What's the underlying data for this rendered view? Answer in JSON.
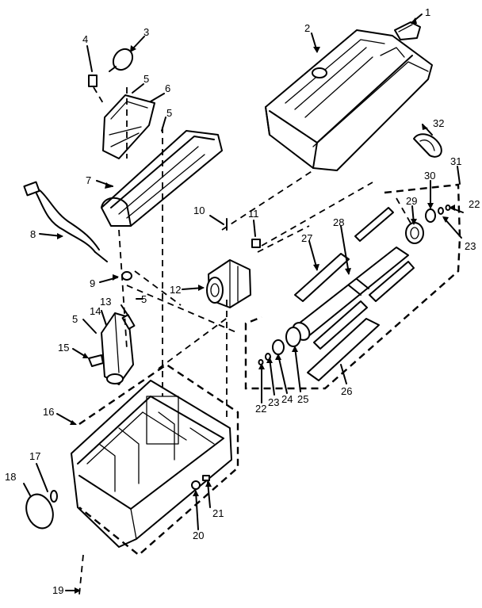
{
  "callouts": [
    {
      "id": "c1",
      "text": "1"
    },
    {
      "id": "c2",
      "text": "2"
    },
    {
      "id": "c3",
      "text": "3"
    },
    {
      "id": "c4",
      "text": "4"
    },
    {
      "id": "c5a",
      "text": "5"
    },
    {
      "id": "c5b",
      "text": "5"
    },
    {
      "id": "c5c",
      "text": "5"
    },
    {
      "id": "c5d",
      "text": "5"
    },
    {
      "id": "c6",
      "text": "6"
    },
    {
      "id": "c7",
      "text": "7"
    },
    {
      "id": "c8",
      "text": "8"
    },
    {
      "id": "c9",
      "text": "9"
    },
    {
      "id": "c10",
      "text": "10"
    },
    {
      "id": "c11",
      "text": "11"
    },
    {
      "id": "c12",
      "text": "12"
    },
    {
      "id": "c13",
      "text": "13"
    },
    {
      "id": "c14",
      "text": "14"
    },
    {
      "id": "c15",
      "text": "15"
    },
    {
      "id": "c16",
      "text": "16"
    },
    {
      "id": "c17",
      "text": "17"
    },
    {
      "id": "c18",
      "text": "18"
    },
    {
      "id": "c19",
      "text": "19"
    },
    {
      "id": "c20",
      "text": "20"
    },
    {
      "id": "c21",
      "text": "21"
    },
    {
      "id": "c22a",
      "text": "22"
    },
    {
      "id": "c22b",
      "text": "22"
    },
    {
      "id": "c23a",
      "text": "23"
    },
    {
      "id": "c23b",
      "text": "23"
    },
    {
      "id": "c24",
      "text": "24"
    },
    {
      "id": "c25",
      "text": "25"
    },
    {
      "id": "c26",
      "text": "26"
    },
    {
      "id": "c27",
      "text": "27"
    },
    {
      "id": "c28",
      "text": "28"
    },
    {
      "id": "c29",
      "text": "29"
    },
    {
      "id": "c30",
      "text": "30"
    },
    {
      "id": "c31",
      "text": "31"
    },
    {
      "id": "c32",
      "text": "32"
    }
  ]
}
